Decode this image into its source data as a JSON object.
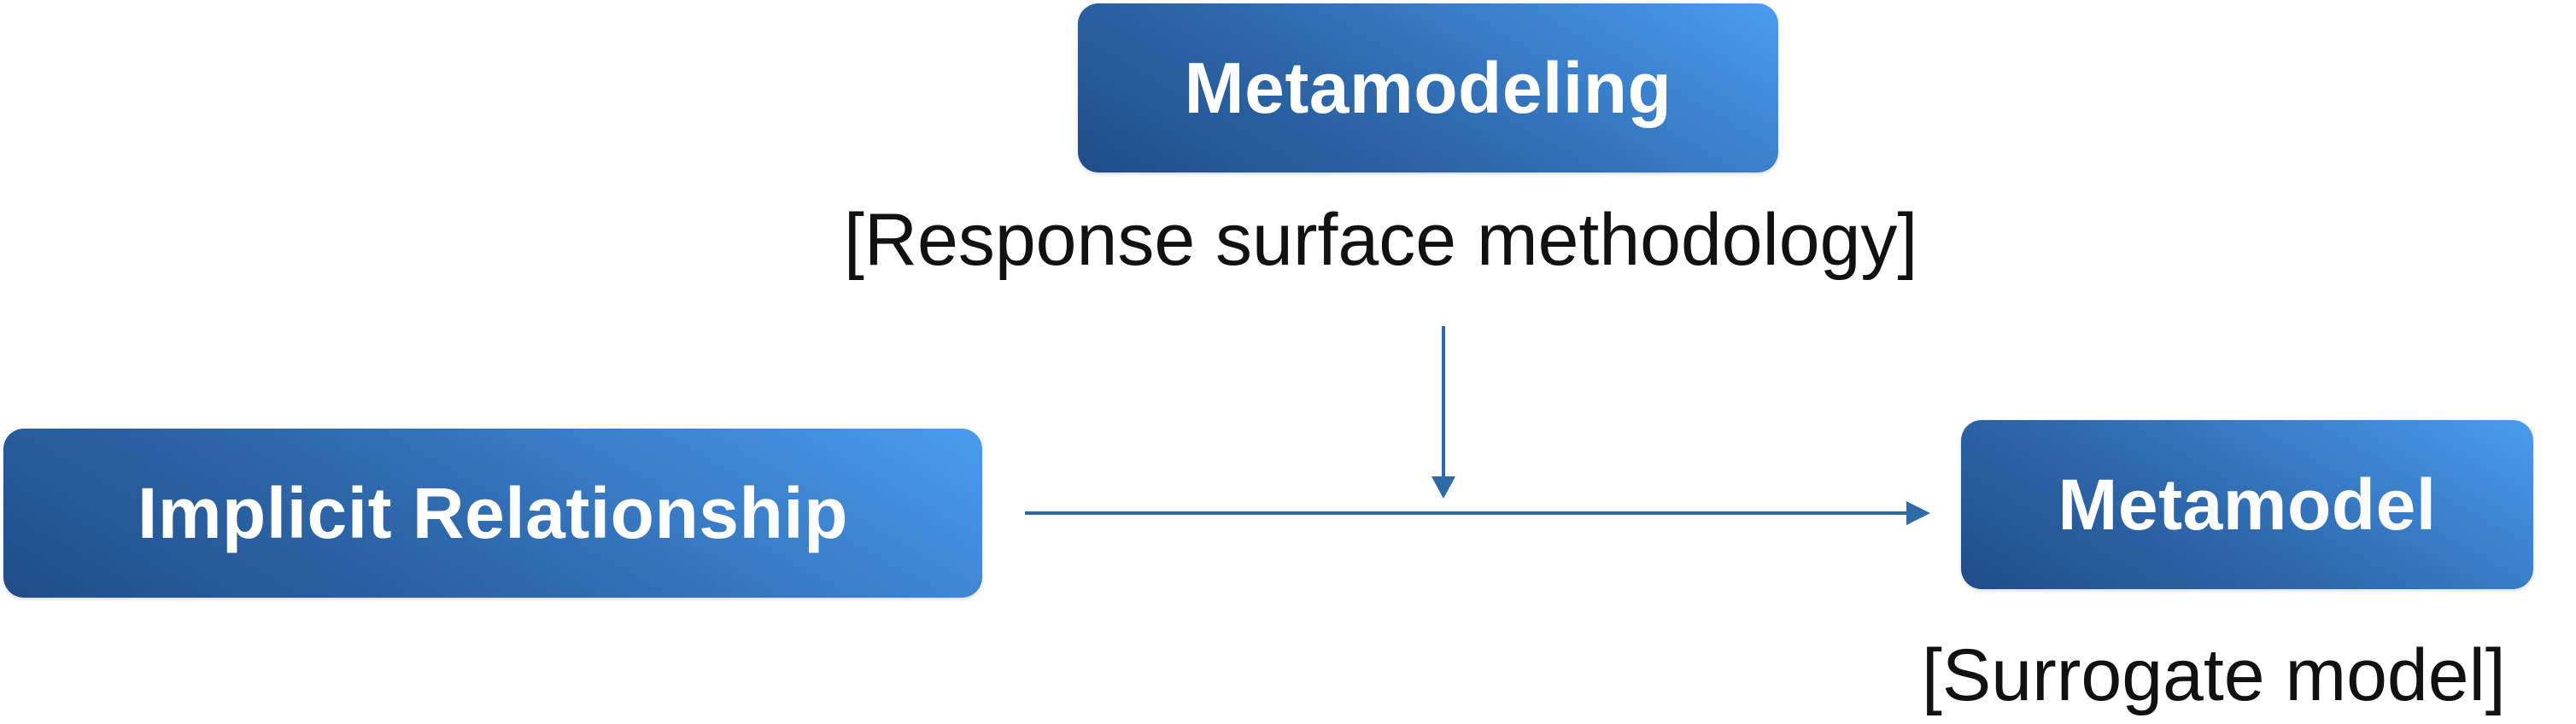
{
  "nodes": {
    "metamodeling": "Metamodeling",
    "implicit_relationship": "Implicit Relationship",
    "metamodel": "Metamodel"
  },
  "captions": {
    "response_surface": "[Response surface methodology]",
    "surrogate_model": "[Surrogate model]"
  },
  "colors": {
    "box_dark": "#1f4d88",
    "box_light": "#4a9cf0",
    "arrow": "#2f6aa8",
    "box_text": "#ffffff",
    "caption_text": "#111111"
  }
}
